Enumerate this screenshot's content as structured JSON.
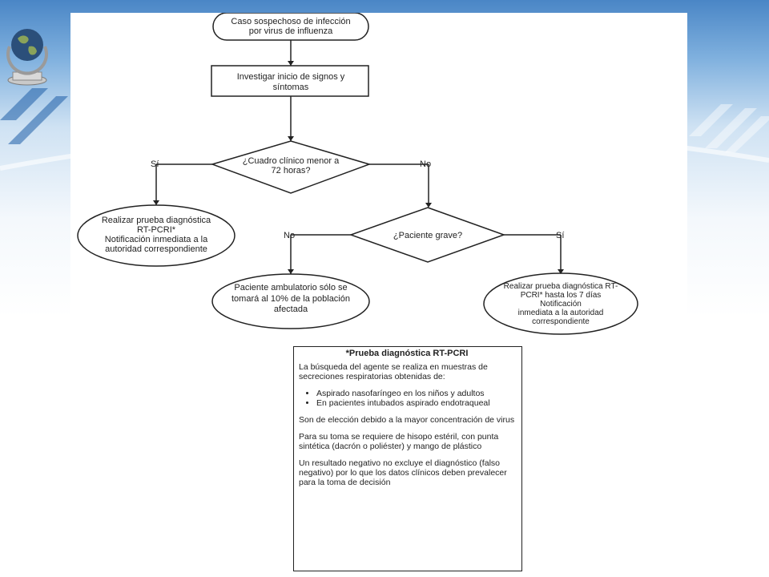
{
  "flowchart": {
    "start_l1": "Caso sospechoso de infección",
    "start_l2": "por virus de influenza",
    "step_l1": "Investigar inicio de signos y",
    "step_l2": "síntomas",
    "decision1_l1": "¿Cuadro clínico menor a",
    "decision1_l2": "72 horas?",
    "decision1_yes": "Sí",
    "decision1_no": "No",
    "left_l1": "Realizar prueba diagnóstica",
    "left_l2": "RT-PCRI*",
    "left_l3": "Notificación inmediata a la",
    "left_l4": "autoridad correspondiente",
    "decision2": "¿Paciente grave?",
    "decision2_no": "No",
    "decision2_yes": "Sí",
    "amb_l1": "Paciente ambulatorio sólo se",
    "amb_l2": "tomará al 10% de la población",
    "amb_l3": "afectada",
    "grave_l1": "Realizar prueba diagnóstica RT-",
    "grave_l2": "PCRI* hasta los 7 días",
    "grave_l3": "Notificación",
    "grave_l4": "inmediata a la autoridad",
    "grave_l5": "correspondiente"
  },
  "notes": {
    "title": "*Prueba diagnóstica RT-PCRI",
    "p1": "La búsqueda del agente se realiza en muestras de secreciones respiratorias obtenidas de:",
    "bullet1": "Aspirado nasofaríngeo en los niños y adultos",
    "bullet2": "En pacientes intubados aspirado endotraqueal",
    "p2": "Son de elección debido a la mayor concentración de virus",
    "p3": "Para su toma se requiere de hisopo estéril, con punta sintética (dacrón o poliéster) y mango de plástico",
    "p4": "Un resultado negativo no excluye el diagnóstico (falso negativo) por lo que los datos clínicos deben prevalecer para la toma de decisión"
  }
}
